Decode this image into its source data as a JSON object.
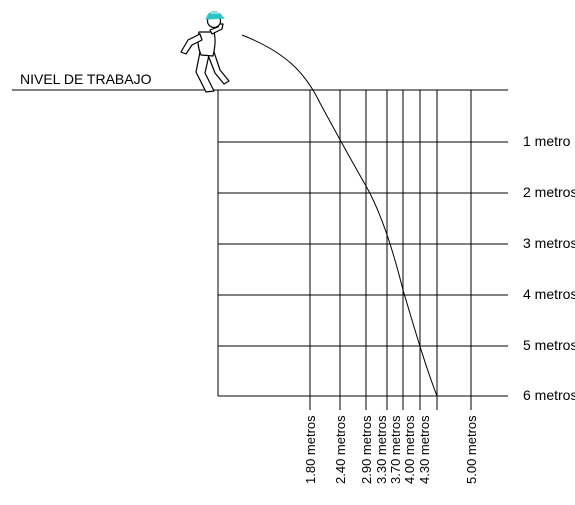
{
  "level_label": "NIVEL DE TRABAJO",
  "depth_labels": [
    "1 metro",
    "2 metros",
    "3 metros",
    "4 metros",
    "5 metros",
    "6 metros"
  ],
  "distance_labels": [
    "1.80 metros",
    "2.40 metros",
    "2.90 metros",
    "3.30 metros",
    "3.70 metros",
    "4.00 metros",
    "4.30 metros",
    "5.00 metros"
  ],
  "colors": {
    "lines": "#000000",
    "helmet": "#2cc4c4",
    "background": "#ffffff"
  },
  "icons": {
    "worker": "falling-worker-icon"
  }
}
